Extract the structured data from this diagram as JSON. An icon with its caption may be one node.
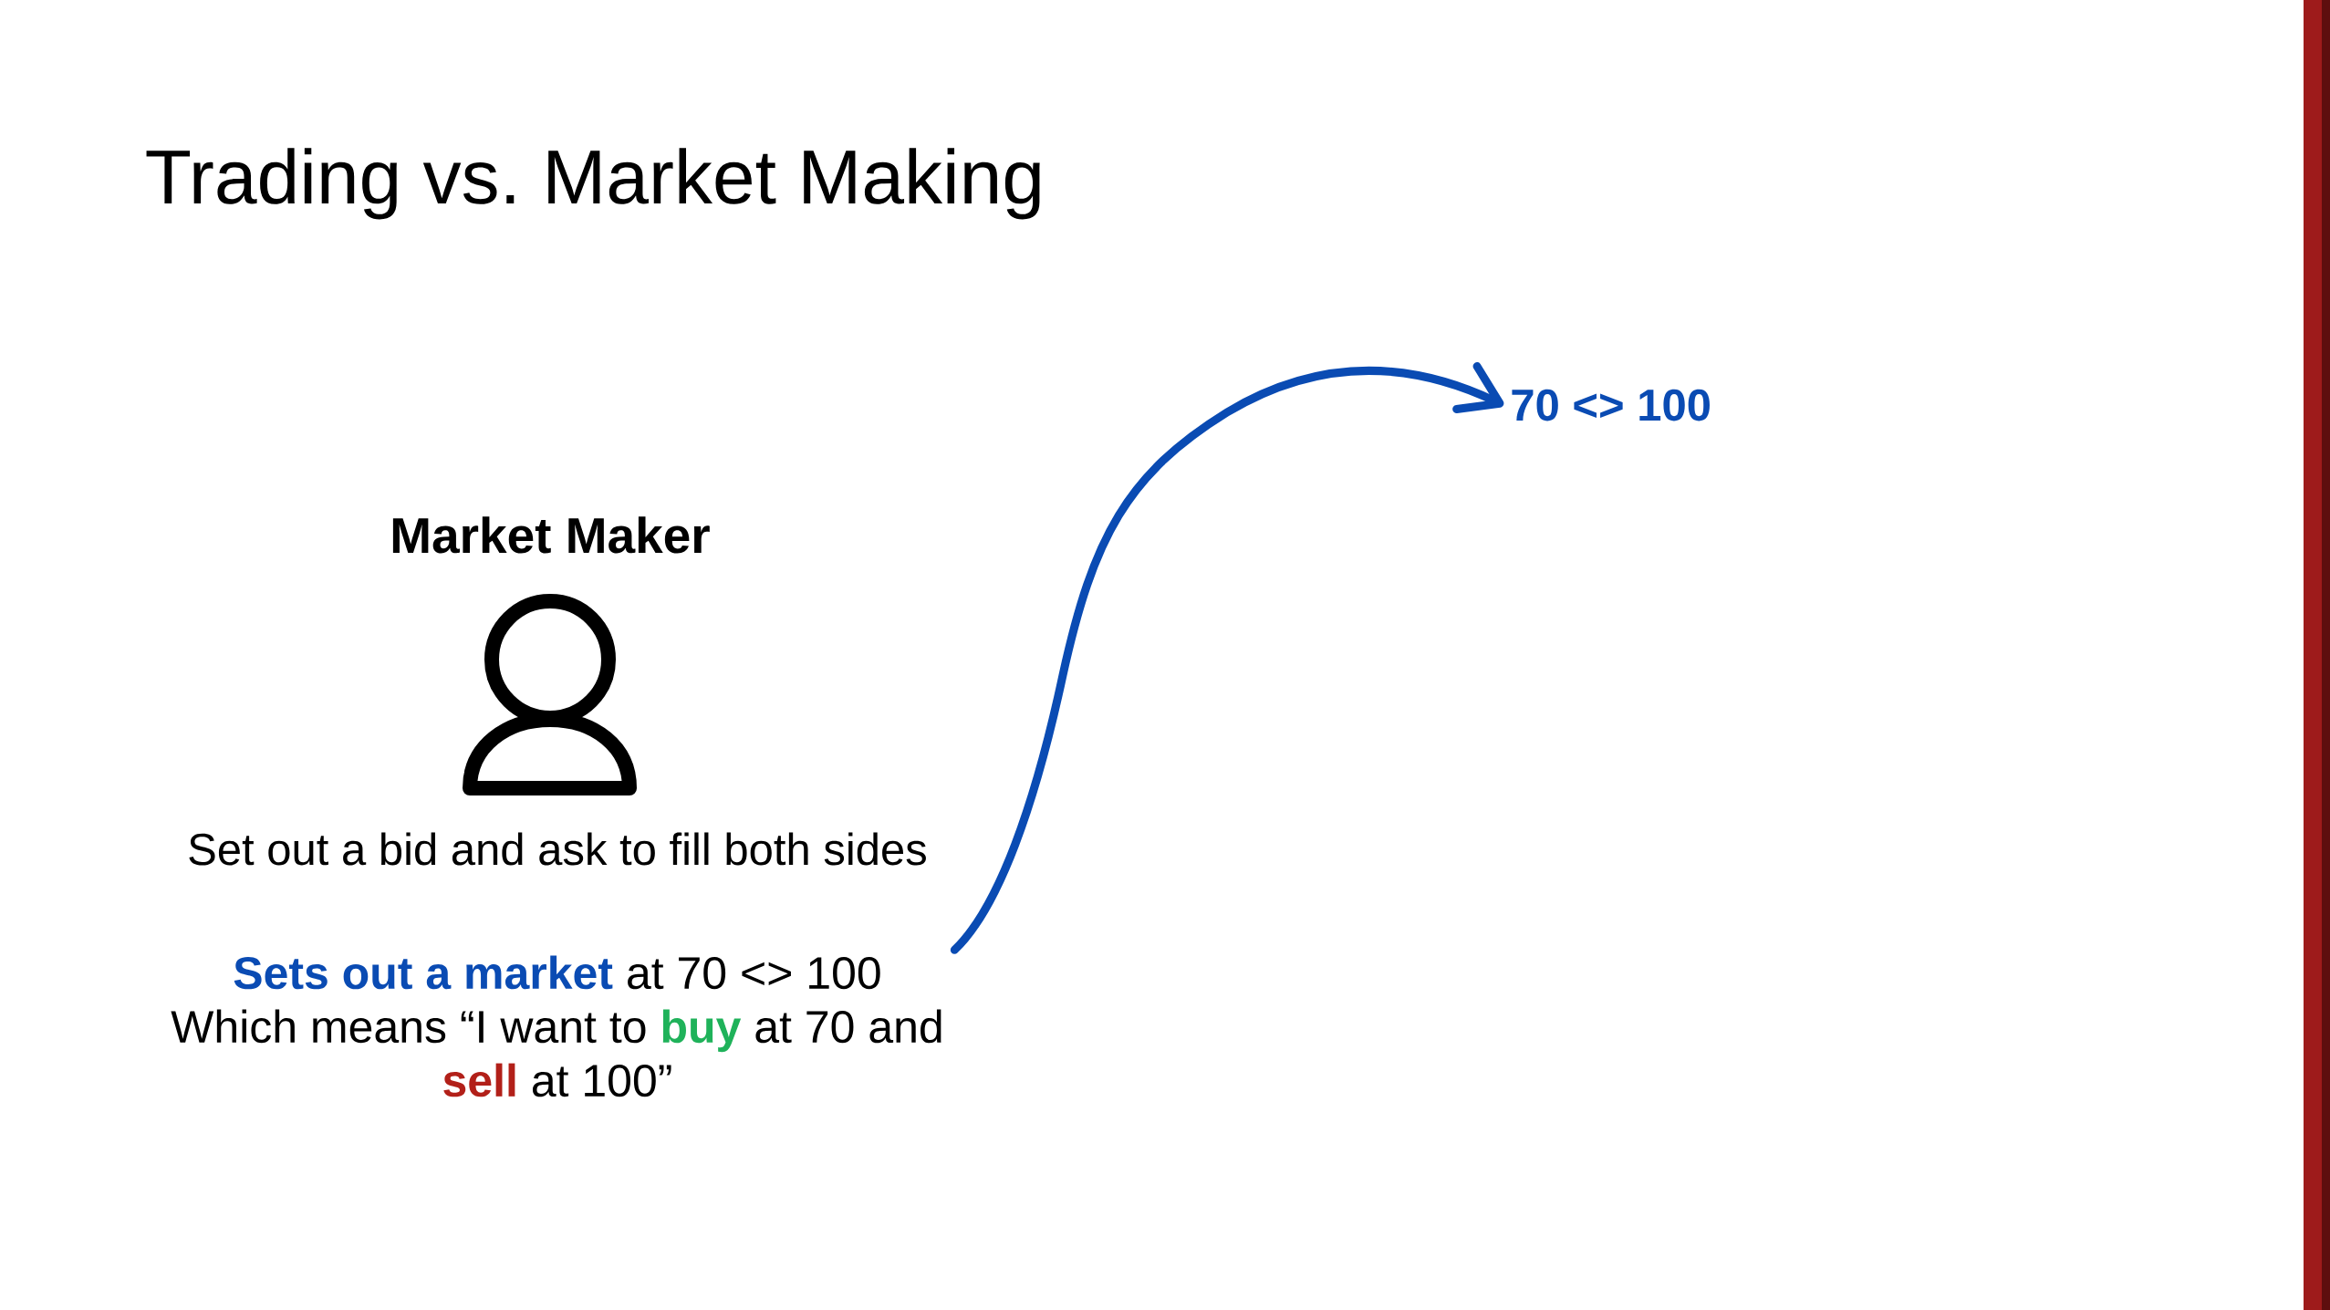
{
  "diagram": {
    "title": "Trading vs. Market Making",
    "nodes": [
      {
        "text": [
          "**Sets out a market** at 70 <> 100 Which means “I want to **buy** at 70 and **sell** at 100”"
        ]
      },
      {
        "text": [
          "70 <> 100"
        ]
      }
    ],
    "edges": [
      {
        "from": 0,
        "to": 1,
        "arrow": "to"
      }
    ],
    "labels": [
      "Market Maker",
      "Set out a bid and ask to fill both sides"
    ]
  }
}
